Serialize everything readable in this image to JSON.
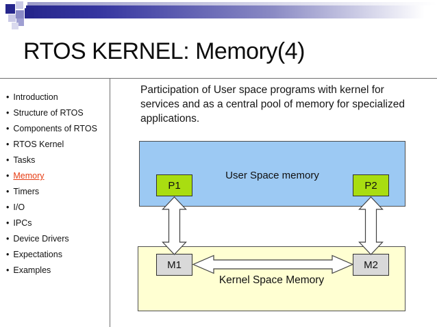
{
  "title": "RTOS KERNEL: Memory(4)",
  "sidebar": {
    "items": [
      {
        "label": "Introduction",
        "active": false
      },
      {
        "label": "Structure of RTOS",
        "active": false
      },
      {
        "label": "Components of RTOS",
        "active": false
      },
      {
        "label": "RTOS Kernel",
        "active": false
      },
      {
        "label": "Tasks",
        "active": false
      },
      {
        "label": "Memory",
        "active": true
      },
      {
        "label": "Timers",
        "active": false
      },
      {
        "label": "I/O",
        "active": false
      },
      {
        "label": "IPCs",
        "active": false
      },
      {
        "label": "Device Drivers",
        "active": false
      },
      {
        "label": "Expectations",
        "active": false
      },
      {
        "label": "Examples",
        "active": false
      }
    ]
  },
  "content": {
    "paragraph": "Participation of User space programs with kernel for services and as a central pool of memory for specialized applications."
  },
  "diagram": {
    "user_space_label": "User Space memory",
    "kernel_space_label": "Kernel Space Memory",
    "p1": "P1",
    "p2": "P2",
    "m1": "M1",
    "m2": "M2"
  },
  "colors": {
    "band_navy": "#26268c",
    "link_color": "#e63b11",
    "user_space_fill": "#9cc9f3",
    "kernel_space_fill": "#ffffd2",
    "process_fill": "#a9dd11",
    "memory_fill": "#d9d9d9"
  }
}
